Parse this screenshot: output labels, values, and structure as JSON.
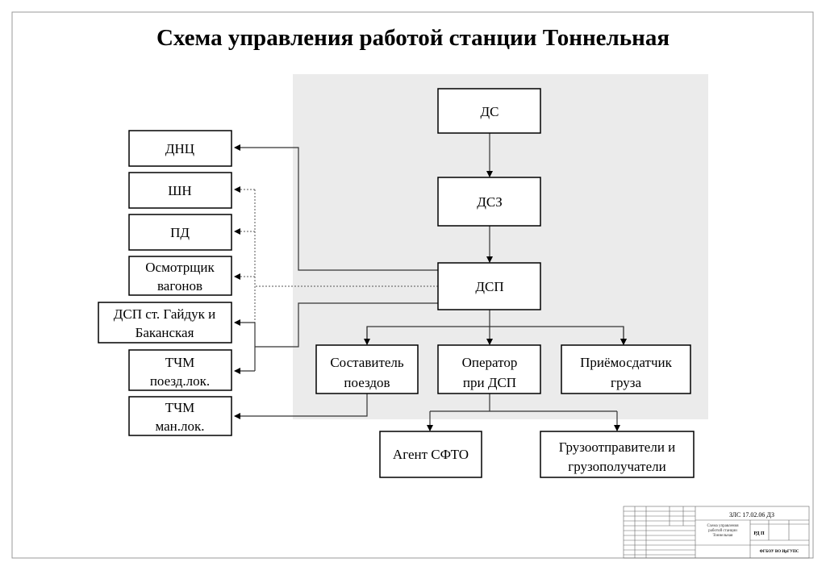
{
  "title": "Схема управления работой станции Тоннельная",
  "colors": {
    "panel": "#ebebeb",
    "line": "#333333"
  },
  "boxes": {
    "ds": "ДС",
    "dsz": "ДСЗ",
    "dsp": "ДСП",
    "sostavitel": [
      "Составитель",
      "поездов"
    ],
    "operator": [
      "Оператор",
      "при ДСП"
    ],
    "priemosdatchik": [
      "Приёмосдатчик",
      "груза"
    ],
    "agent": "Агент СФТО",
    "gruzootpraviteli": [
      "Грузоотправители и",
      "грузополучатели"
    ],
    "dnc": "ДНЦ",
    "shn": "ШН",
    "pd": "ПД",
    "osmotrshik": [
      "Осмотрщик",
      "вагонов"
    ],
    "dsp_st": [
      "ДСП ст. Гайдук и",
      "Баканская"
    ],
    "tchm_poezd": [
      "ТЧМ",
      "поезд.лок."
    ],
    "tchm_man": [
      "ТЧМ",
      "ман.лок."
    ]
  },
  "title_block": {
    "code": "ЗЛС 17.02.06 ДЗ",
    "name": [
      "Схема управления",
      "работой станции",
      "Тоннельная"
    ],
    "stage": "РД П",
    "org": "ФГБОУ ВО ИрГУПС"
  }
}
